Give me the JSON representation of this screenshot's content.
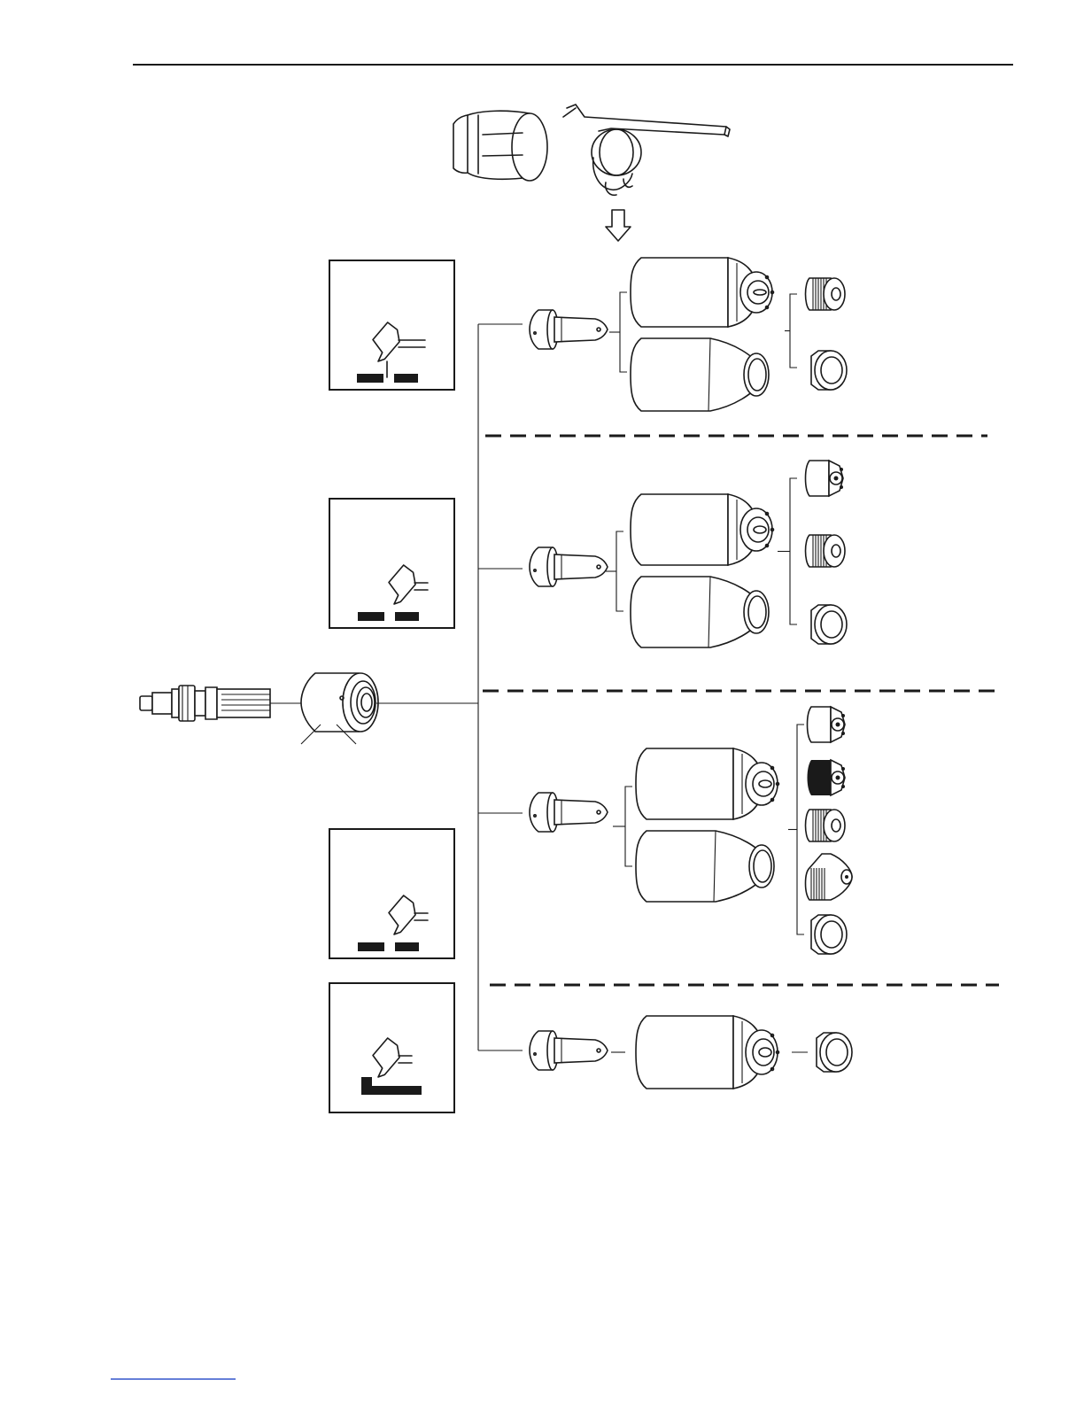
{
  "diagram": {
    "colors": {
      "ink": "#1a1a1a",
      "paper": "#ffffff",
      "footer_link": "#3355cc"
    },
    "process_icons": [
      {
        "name": "gouging-icon"
      },
      {
        "name": "gouging-icon"
      },
      {
        "name": "gouging-icon"
      },
      {
        "name": "drag-cutting-icon"
      }
    ],
    "rows": [
      {
        "electrode": "electrode",
        "shields": [
          "retaining-cap",
          "retaining-cap-deflector"
        ],
        "tips": [
          "nozzle",
          "deflector"
        ]
      },
      {
        "electrode": "electrode",
        "shields": [
          "retaining-cap",
          "retaining-cap-deflector"
        ],
        "tips": [
          "shield-vented",
          "nozzle",
          "deflector"
        ]
      },
      {
        "electrode": "electrode",
        "shields": [
          "retaining-cap",
          "retaining-cap-deflector"
        ],
        "tips": [
          "shield-vented",
          "shield-dark",
          "nozzle",
          "shield-conical",
          "deflector"
        ]
      },
      {
        "electrode": "electrode",
        "shields": [
          "retaining-cap"
        ],
        "tips": [
          "nozzle-drag"
        ]
      }
    ]
  }
}
